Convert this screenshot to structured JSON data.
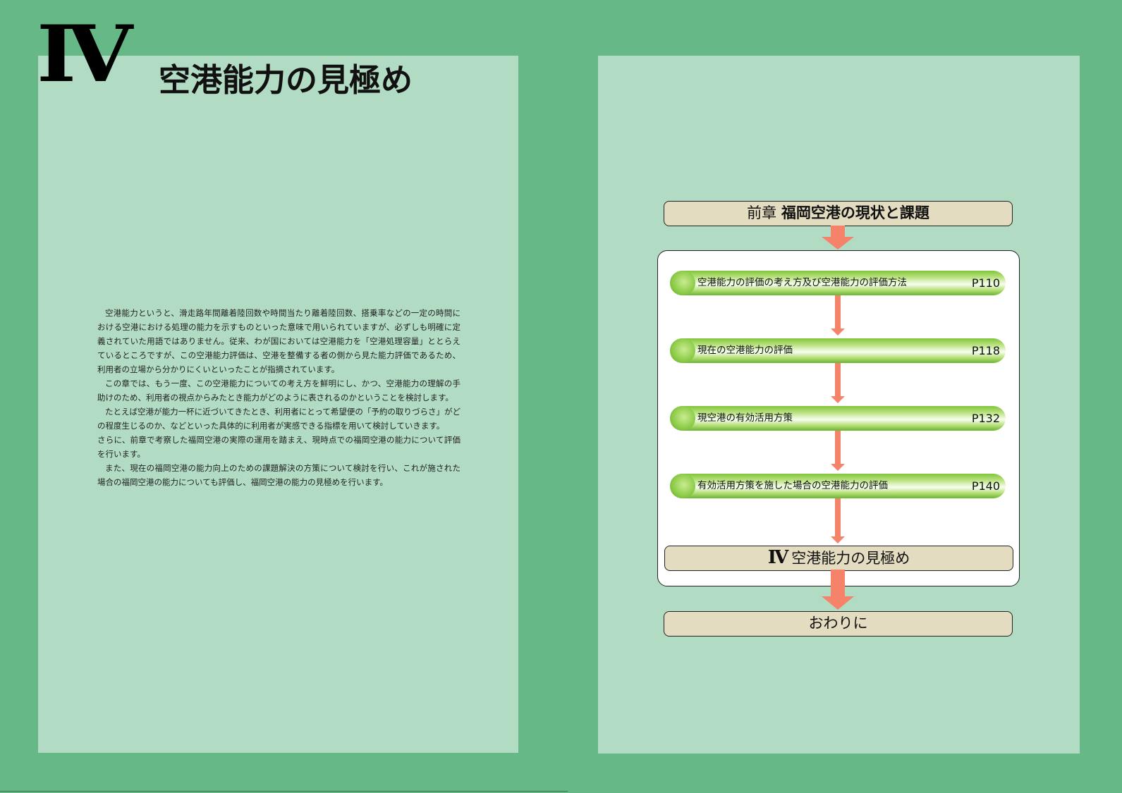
{
  "chapter": {
    "numeral": "Ⅳ",
    "title": "空港能力の見極め"
  },
  "intro": {
    "paragraphs": [
      "空港能力というと、滑走路年間離着陸回数や時間当たり離着陸回数、搭乗率などの一定の時間における空港における処理の能力を示すものといった意味で用いられていますが、必ずしも明確に定義されていた用語ではありません。従来、わが国においては空港能力を「空港処理容量」ととらえているところですが、この空港能力評価は、空港を整備する者の側から見た能力評価であるため、利用者の立場から分かりにくいといったことが指摘されています。",
      "この章では、もう一度、この空港能力についての考え方を鮮明にし、かつ、空港能力の理解の手助けのため、利用者の視点からみたとき能力がどのように表されるのかということを検討します。",
      "たとえば空港が能力一杯に近づいてきたとき、利用者にとって希望便の「予約の取りづらさ」がどの程度生じるのか、などといった具体的に利用者が実感できる指標を用いて検討していきます。",
      "さらに、前章で考察した福岡空港の実際の運用を踏まえ、現時点での福岡空港の能力について評価を行います。",
      "また、現在の福岡空港の能力向上のための課題解決の方策について検討を行い、これが施された場合の福岡空港の能力についても評価し、福岡空港の能力の見極めを行います。"
    ]
  },
  "flow": {
    "prev_chapter_prefix": "前章",
    "prev_chapter_title": "福岡空港の現状と課題",
    "sections": [
      {
        "label": "空港能力の評価の考え方及び空港能力の評価方法",
        "page": "P110"
      },
      {
        "label": "現在の空港能力の評価",
        "page": "P118"
      },
      {
        "label": "現空港の有効活用方策",
        "page": "P132"
      },
      {
        "label": "有効活用方策を施した場合の空港能力の評価",
        "page": "P140"
      }
    ],
    "current_chapter_numeral": "Ⅳ",
    "current_chapter_title": "空港能力の見極め",
    "end_label": "おわりに"
  },
  "colors": {
    "background": "#66b987",
    "page": "#b1dbc3",
    "arrow": "#f4836a",
    "tan_box": "#e3dcc0",
    "bar_green": "#7fc43a"
  }
}
